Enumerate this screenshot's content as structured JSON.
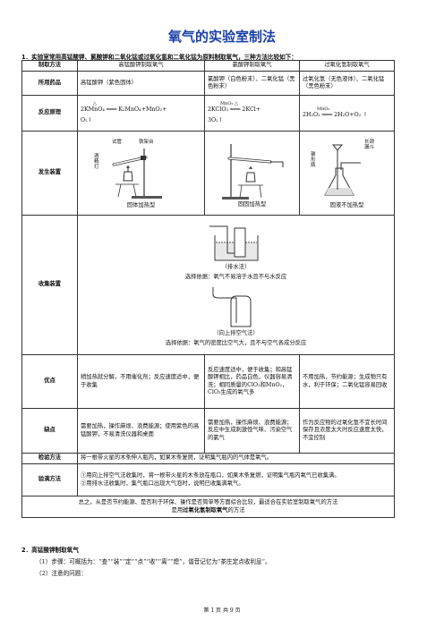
{
  "title": "氧气的实验室制法",
  "intro": "1．实验室常用高锰酸钾、氯酸钾和二氧化锰或过氧化氢和二氧化锰为原料制取氧气，三种方法比较如下：",
  "table": {
    "header": {
      "label": "制取方法",
      "kmno4": "高锰酸钾制取氧气",
      "kclo3": "氯酸钾制取氧气",
      "h2o2": "过氧化氢制取氧气"
    },
    "reagents": {
      "label": "所用药品",
      "kmno4": "高锰酸钾（紫色固体）",
      "kclo3": "氯酸钾（白色粉末）、二氧化锰（黑色粉末）",
      "h2o2": "过氧化氢（无色液体）、二氧化锰（黑色粉末）"
    },
    "principle": {
      "label": "反应原理",
      "kmno4_line1": "2KMnO₄ ═══ K₂MnO₄+MnO₂+",
      "kmno4_cond": "△",
      "kmno4_line2": "O₂↑",
      "kclo3_line1": "2KClO₃ ═══ 2KCl+",
      "kclo3_cond": "MnO₂ △",
      "kclo3_line2": "3O₂↑",
      "h2o2_line1": "2H₂O₂ ═══ 2H₂O+O₂ ↑",
      "h2o2_cond": "MnO₂"
    },
    "apparatus": {
      "label": "发生装置",
      "kmno4_caption": "固体加热型",
      "kmno4_tube": "试管",
      "kmno4_clamp": "铁架台",
      "kmno4_lamp": "酒精灯",
      "kclo3_caption": "固固加热型",
      "h2o2_caption": "固液不加热型",
      "h2o2_funnel": "长颈漏斗",
      "h2o2_flask": "锥形瓶"
    },
    "collection": {
      "label": "收集装置",
      "water_caption": "（排水法）",
      "water_basis": "选择依据：氧气不易溶于水且不与水反应",
      "air_caption": "（向上排空气法）",
      "air_basis": "选择依据：氧气的密度比空气大，且不与空气各成分反应"
    },
    "pros": {
      "label": "优点",
      "kmno4": "稍加热就分解，不用催化剂；反应速度适中，便于收集",
      "kclo3": "反应速度适中，便于收集；和高锰酸钾相比，药品白色，仪器容易清洗；相同质量的ClO₃和MnO₂，ClO₃生成的氧气多",
      "h2o2": "不用加热，节约能源；生成物只有水，利于环保；二氧化锰容易回收"
    },
    "cons": {
      "label": "缺点",
      "kmno4": "需要加热，操作麻烦、浪费能源；使用紫色的高锰酸钾，不易清洗仪器和桌面",
      "kclo3": "需要加热，操作麻烦、浪费能源；反应中生成刺激性气味、污染空气的氯气",
      "h2o2": "作为反应物的过氧化氢不宜长时间保存且浓度太大时反应速度太快，不宜控制"
    },
    "test": {
      "label": "检验方法",
      "text": "将一根带火星的木条伸入瓶内，如果木条复燃，证明集气瓶内的气体是氧气。"
    },
    "full": {
      "label": "验满方法",
      "line1": "①用向上排空气法收集时，将一根带火星的木条放在瓶口，如果木条复燃，证明集气瓶内氧气已收集满。",
      "line2": "②用排水法收集时，集气瓶口出现大气泡时，说明已收集满氧气。"
    },
    "summary_1": "总之，从是否节约能源、是否利于环保、操作是否简单等方面综合比较，最适合在实验室制取氧气的方法",
    "summary_2a": "是用",
    "summary_bold": "过氧化氢制取氧气",
    "summary_2b": "的方法"
  },
  "section2": "2．高锰酸钾制取氧气",
  "step1": "（1）步骤：可概括为：“查”“装”“定”“点”“收”“离”“熄”，谐音记忆为“茶庄定点收利息”。",
  "step2": "（2）注意的问题：",
  "footer": "第 1 页 共 9 页",
  "colors": {
    "title": "#1a3fa8"
  }
}
